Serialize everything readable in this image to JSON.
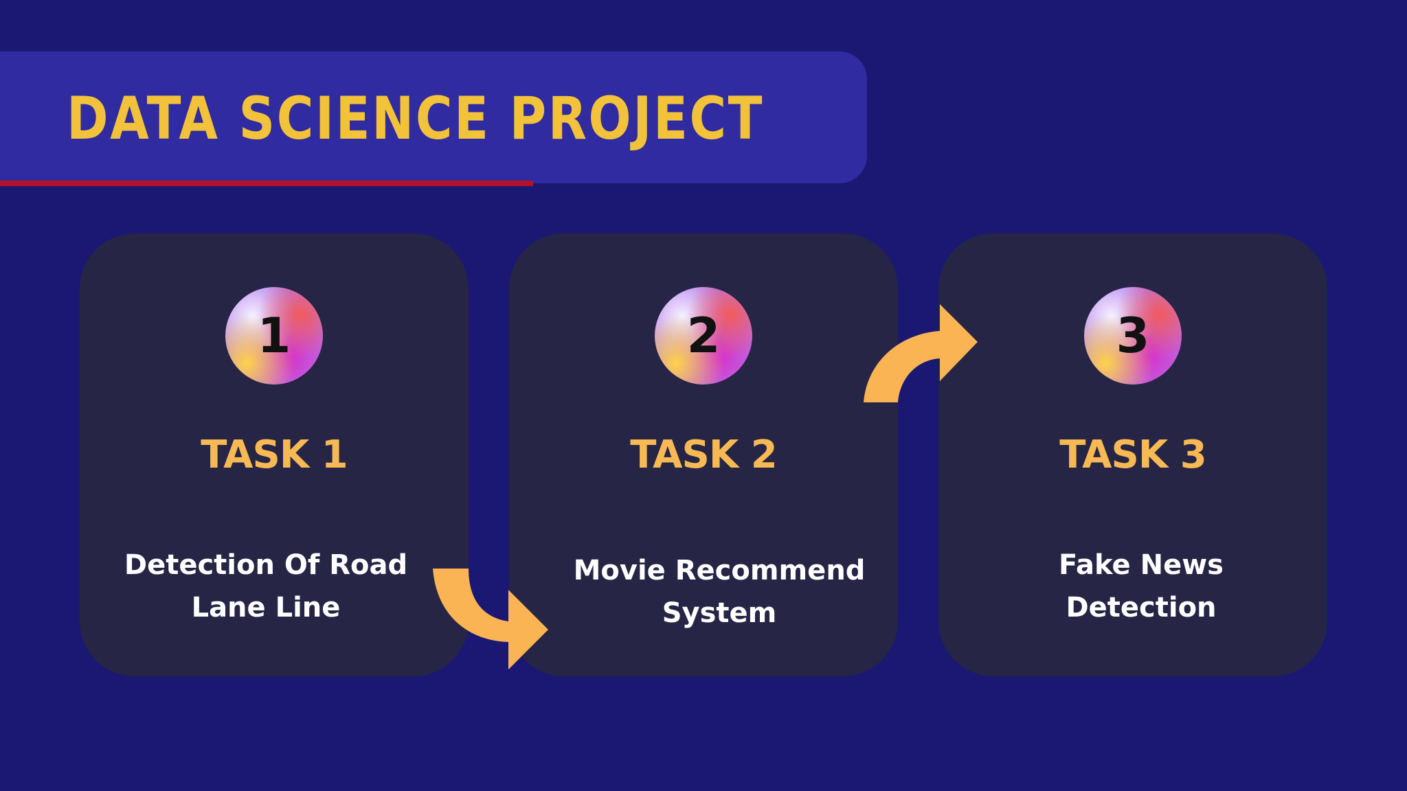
{
  "title": "DATA SCIENCE PROJECT",
  "colors": {
    "background": "#1b1873",
    "banner": "#302ba0",
    "banner_underline": "#b3122a",
    "title": "#f2c23a",
    "card": "#262545",
    "task_label": "#f7b954",
    "arrow": "#fbb454",
    "description": "#ffffff"
  },
  "tasks": [
    {
      "number": "1",
      "label": "TASK 1",
      "description_lines": [
        "Detection Of Road",
        "Lane Line"
      ]
    },
    {
      "number": "2",
      "label": "TASK 2",
      "description_lines": [
        "Movie Recommend",
        "System"
      ]
    },
    {
      "number": "3",
      "label": "TASK 3",
      "description_lines": [
        "Fake News",
        "Detection"
      ]
    }
  ],
  "arrows": [
    {
      "name": "arrow-icon",
      "from": "TASK 1",
      "to": "TASK 2"
    },
    {
      "name": "arrow-icon",
      "from": "TASK 2",
      "to": "TASK 3"
    }
  ]
}
